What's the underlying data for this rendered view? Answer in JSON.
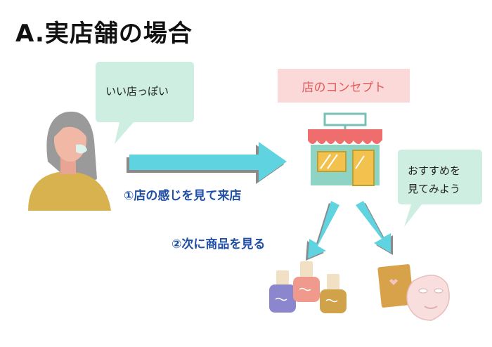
{
  "title": "A.実店舗の場合",
  "bubble_left": "いい店っぽい",
  "concept_label": "店のコンセプト",
  "bubble_right": [
    "おすすめを",
    "見てみよう"
  ],
  "step1": "①店の感じを見て来店",
  "step2": "②次に商品を見る",
  "colors": {
    "bubble": "#cdeee0",
    "arrow": "#5fd4e0",
    "arrow_shadow": "#8a8a8a",
    "concept_bg": "#fbd9d9",
    "concept_text": "#e25a5a",
    "step_text": "#1f4fa6"
  },
  "icons": [
    "woman-icon",
    "store-icon",
    "nail-polish-icon",
    "face-mask-icon"
  ]
}
